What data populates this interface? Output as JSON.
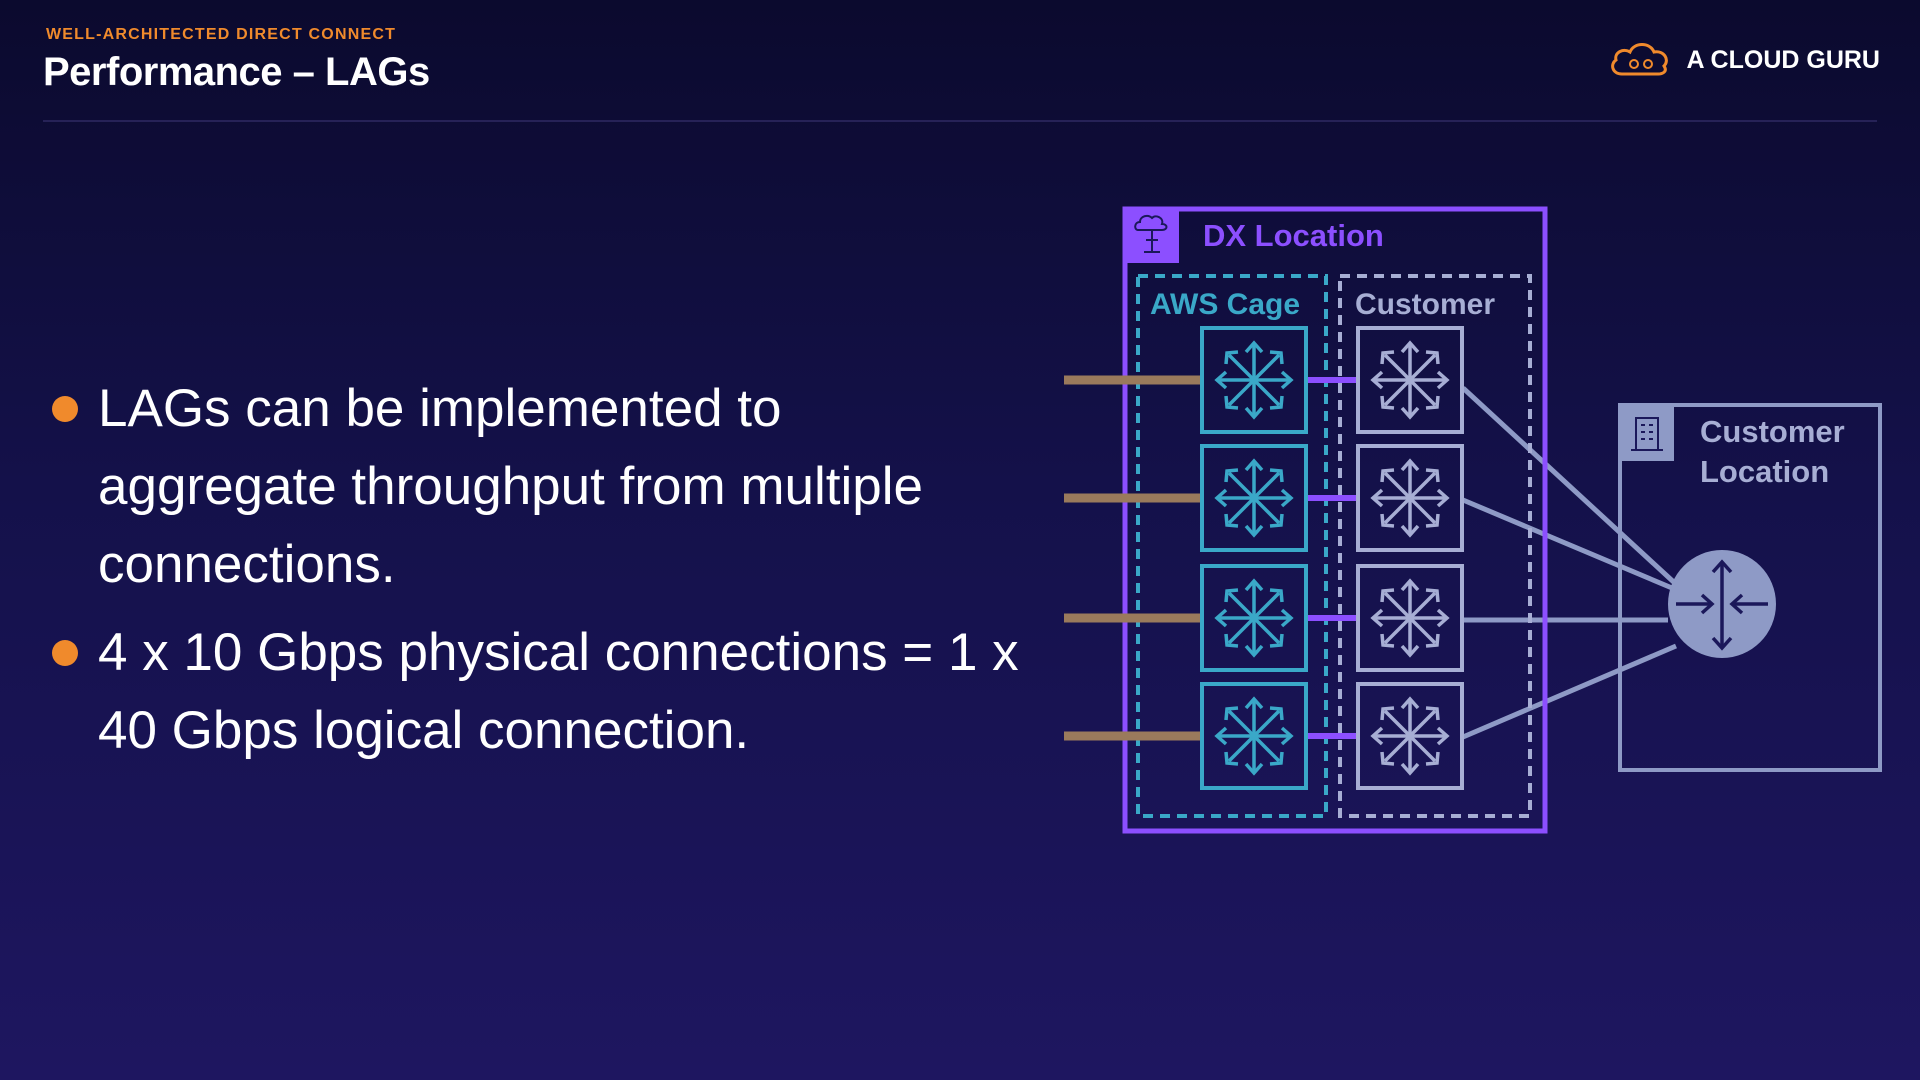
{
  "header": {
    "eyebrow": "WELL-ARCHITECTED DIRECT CONNECT",
    "title": "Performance – LAGs",
    "brand": "A CLOUD GURU"
  },
  "bullets": [
    {
      "text": "LAGs can be implemented to aggregate throughput from multiple connections."
    },
    {
      "text": "4 x 10 Gbps physical connections = 1 x 40 Gbps logical connection."
    }
  ],
  "diagram": {
    "dx_location_label": "DX Location",
    "aws_cage_label": "AWS Cage",
    "customer_label": "Customer",
    "customer_location_label_line1": "Customer",
    "customer_location_label_line2": "Location",
    "connection_count": 4,
    "icons": {
      "dx": "direct-connect-location-icon",
      "building": "building-icon",
      "aws_router": "aws-router-icon",
      "customer_router": "customer-router-icon",
      "core_router": "customer-core-router-icon"
    },
    "colors": {
      "accent": "#f08a2c",
      "dx_border": "#8c4fff",
      "aws_cage": "#3aa8c8",
      "customer": "#a7aed4",
      "customer_location": "#8e9ac6",
      "cable": "#9a7a5c"
    }
  }
}
